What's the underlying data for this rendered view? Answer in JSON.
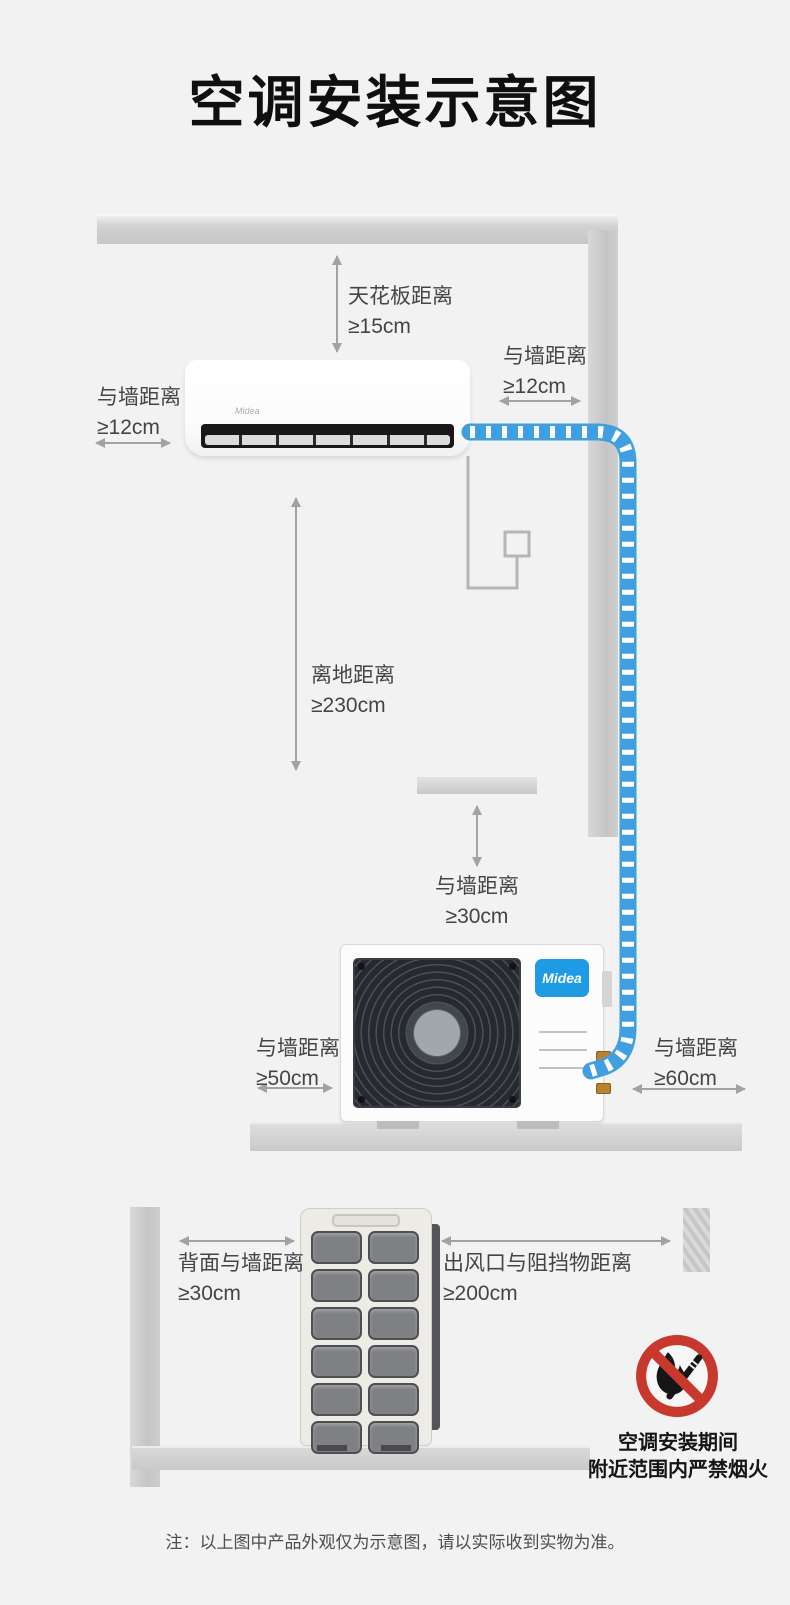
{
  "title": "空调安装示意图",
  "colors": {
    "background": "#f2f2f2",
    "pipe_blue": "#3f9fe0",
    "brand_blue": "#1f9be3",
    "warning_red": "#c8382c"
  },
  "indoor": {
    "brand": "Midea",
    "ceiling": {
      "label": "天花板距离",
      "value": "≥15cm"
    },
    "wall_right": {
      "label": "与墙距离",
      "value": "≥12cm"
    },
    "wall_left": {
      "label": "与墙距离",
      "value": "≥12cm"
    },
    "floor": {
      "label": "离地距离",
      "value": "≥230cm"
    }
  },
  "outdoor": {
    "brand": "Midea",
    "wall_top": {
      "label": "与墙距离",
      "value": "≥30cm"
    },
    "wall_left": {
      "label": "与墙距离",
      "value": "≥50cm"
    },
    "wall_right": {
      "label": "与墙距离",
      "value": "≥60cm"
    }
  },
  "side_view": {
    "back_wall": {
      "label": "背面与墙距离",
      "value": "≥30cm"
    },
    "outlet": {
      "label": "出风口与阻挡物距离",
      "value": "≥200cm"
    }
  },
  "warning": {
    "line1": "空调安装期间",
    "line2": "附近范围内严禁烟火"
  },
  "note": "注：以上图中产品外观仅为示意图，请以实际收到实物为准。"
}
